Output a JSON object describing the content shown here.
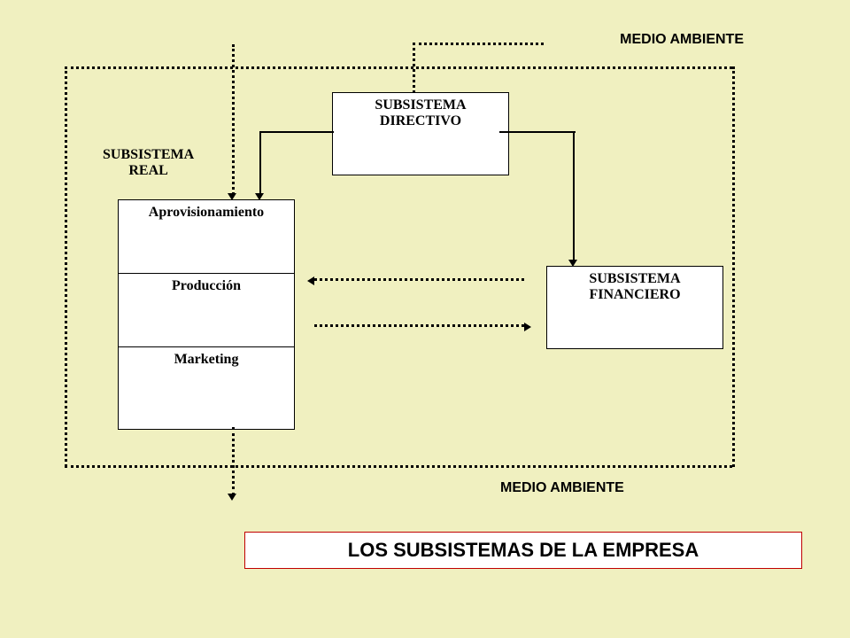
{
  "medio_ambiente_top": "MEDIO AMBIENTE",
  "medio_ambiente_bottom": "MEDIO AMBIENTE",
  "subsistema_directivo": "SUBSISTEMA\nDIRECTIVO",
  "subsistema_real": "SUBSISTEMA\nREAL",
  "aprovisionamiento": "Aprovisionamiento",
  "produccion": "Producción",
  "marketing": "Marketing",
  "subsistema_financiero": "SUBSISTEMA\nFINANCIERO",
  "title": "LOS SUBSISTEMAS DE LA EMPRESA"
}
